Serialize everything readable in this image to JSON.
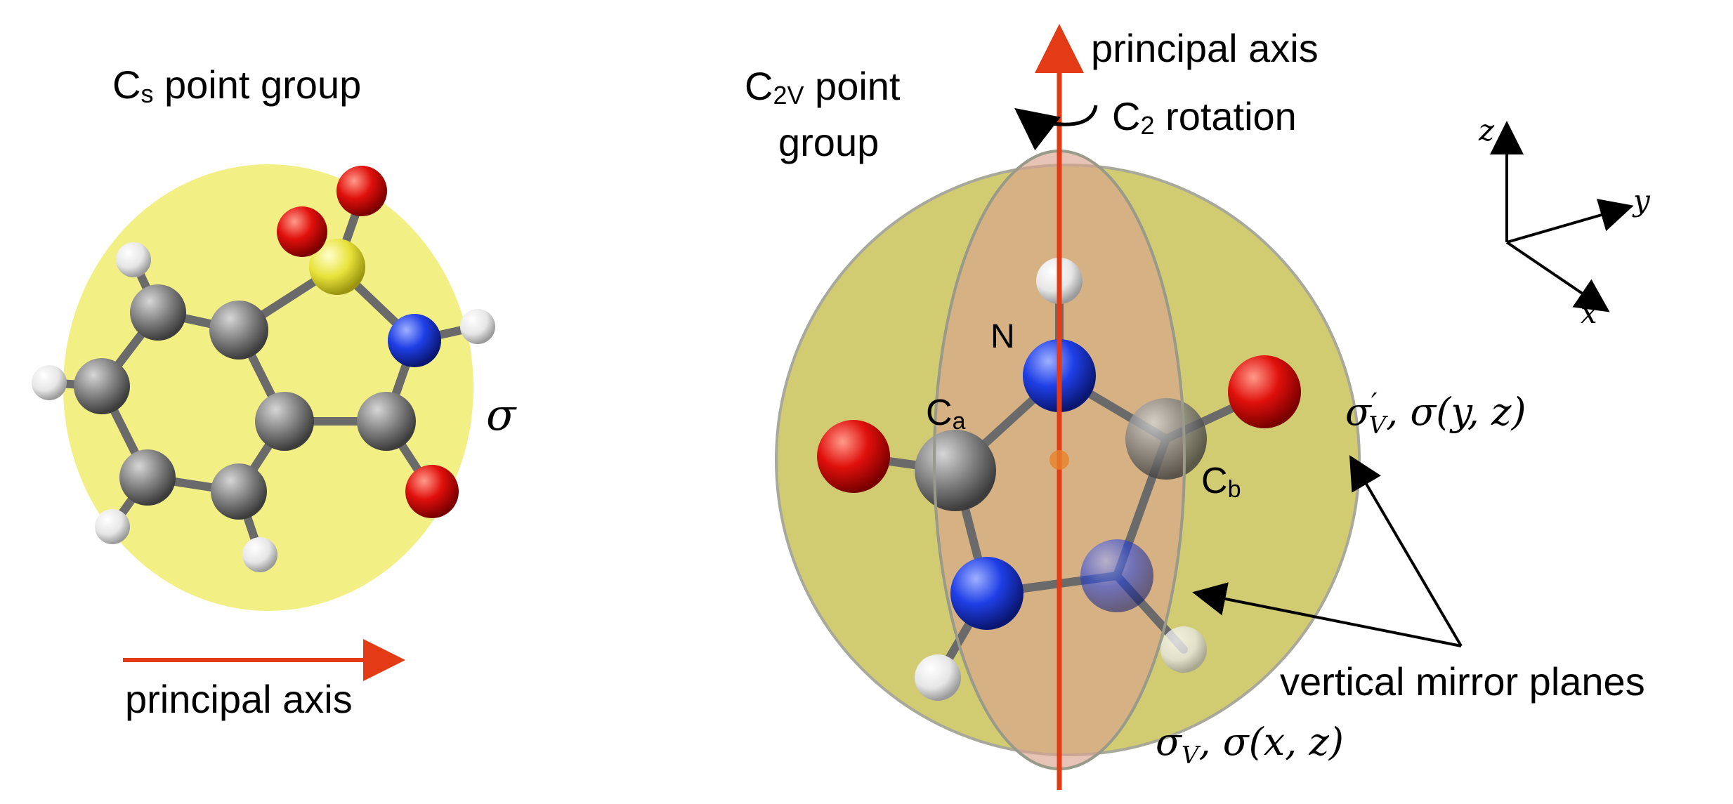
{
  "left": {
    "title_main": "C",
    "title_sub": "s",
    "title_rest": " point group",
    "sigma": "σ",
    "axis_label": "principal axis"
  },
  "right": {
    "title_line1_main": "C",
    "title_line1_sub": "2V",
    "title_line1_rest": " point",
    "title_line2": "group",
    "axis_label": "principal axis",
    "rotation_main": "C",
    "rotation_sub": "2",
    "rotation_rest": " rotation",
    "atom_n": "N",
    "atom_ca_main": "C",
    "atom_ca_sub": "a",
    "atom_cb_main": "C",
    "atom_cb_sub": "b",
    "sigma_v_prime_sym": "σ",
    "sigma_v_prime_prime": "′",
    "sigma_v_prime_sub": "V",
    "sigma_v_prime_rest": ", σ(y, z)",
    "sigma_v_sym": "σ",
    "sigma_v_sub": "V",
    "sigma_v_rest": ", σ(x, z)",
    "mirror_label": "vertical mirror planes"
  },
  "axes_triad": {
    "x": "x",
    "y": "y",
    "z": "z"
  },
  "colors": {
    "plane_yellow": "#f1ee7a",
    "plane_olive": "#c9c45a",
    "plane_pink": "#d9a48e",
    "axis_red": "#e23b16",
    "carbon": "#7c7c7c",
    "oxygen": "#e0100c",
    "nitrogen": "#1f3fe6",
    "sulfur": "#e8e23a",
    "hydrogen": "#f2f2f2"
  }
}
